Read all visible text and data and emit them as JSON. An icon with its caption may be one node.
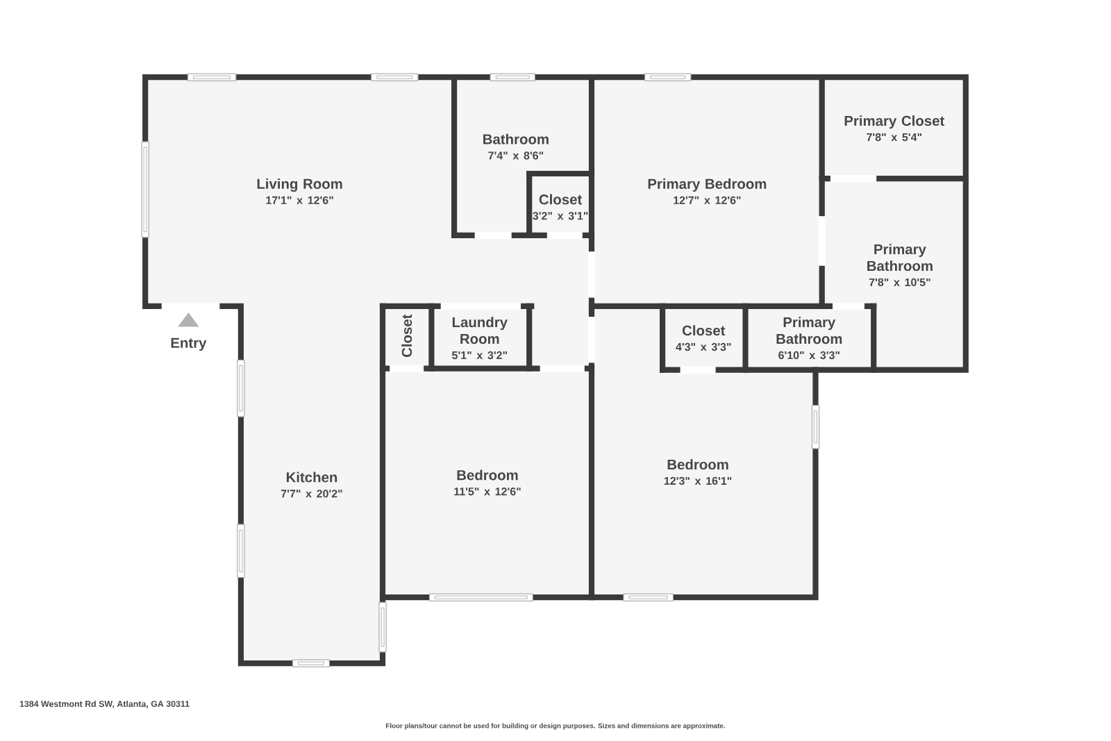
{
  "diagram": {
    "nodes": [
      {
        "text": [
          "Primary Closet",
          "7'8\" x 5'4\""
        ]
      },
      {
        "text": [
          "Bathroom",
          "7'4\" x 8'6\""
        ]
      },
      {
        "text": [
          "Living Room",
          "17'1\" x 12'6\""
        ]
      },
      {
        "text": [
          "Primary Bedroom",
          "12'7\" x 12'6\""
        ]
      },
      {
        "text": [
          "Closet",
          "3'2\" x 3'1\""
        ]
      },
      {
        "text": [
          "Primary Bathroom",
          "7'8\" x 10'5\""
        ]
      },
      {
        "text": [
          "Laundry Room",
          "5'1\" x 3'2\""
        ]
      },
      {
        "text": [
          "Closet"
        ]
      },
      {
        "text": [
          "Closet",
          "4'3\" x 3'3\""
        ]
      },
      {
        "text": [
          "Primary Bathroom",
          "6'10\" x 3'3\""
        ]
      },
      {
        "text": [
          "Bedroom",
          "11'5\" x 12'6\""
        ]
      },
      {
        "text": [
          "Bedroom",
          "12'3\" x 16'1\""
        ]
      },
      {
        "text": [
          "Kitchen",
          "7'7\" x 20'2\""
        ]
      }
    ],
    "labels": [
      "Entry",
      "1384 Westmont Rd SW, Atlanta, GA 30311",
      "Floor plans/tour cannot be used for building or design purposes. Sizes and dimensions are approximate."
    ]
  }
}
